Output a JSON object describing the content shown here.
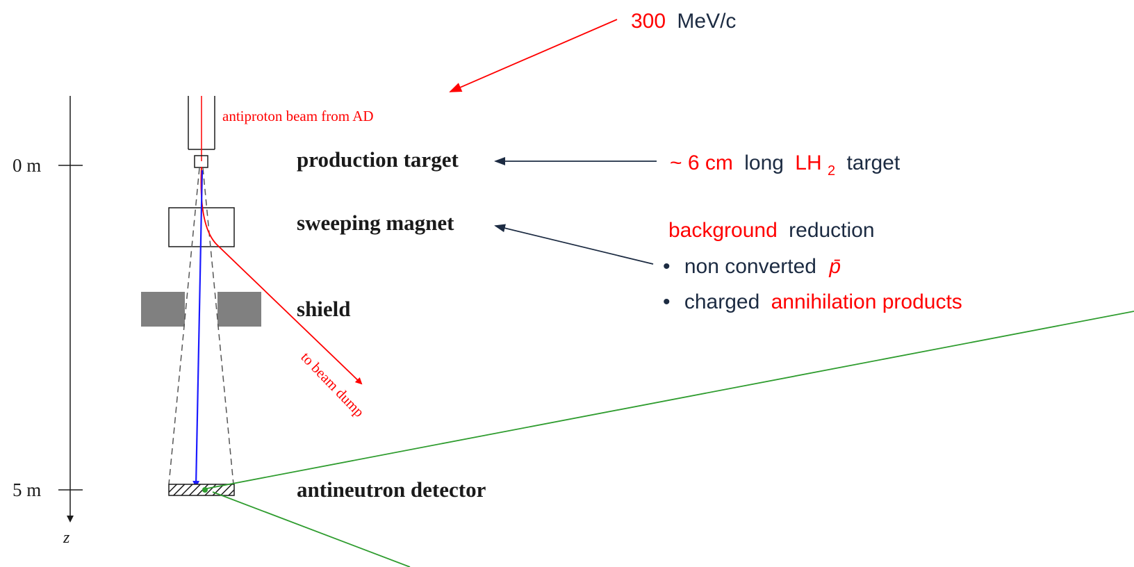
{
  "axis": {
    "label_0": "0 m",
    "label_5": "5 m",
    "z_label": "z"
  },
  "diagram_labels": {
    "beam_source": "antiproton beam from AD",
    "production_target": "production target",
    "sweeping_magnet": "sweeping magnet",
    "shield": "shield",
    "beam_dump": "to beam dump",
    "detector": "antineutron detector"
  },
  "annotations": {
    "momentum_value": "300",
    "momentum_unit": "MeV/c",
    "target_prefix": "~ 6 cm",
    "target_mid": "long",
    "target_lh": "LH",
    "target_sub": "2",
    "target_suffix": "target",
    "bg_red": "background",
    "bg_rest": "reduction",
    "bullet1_text": "non converted",
    "bullet1_symbol": "p̄",
    "bullet2_text": "charged",
    "bullet2_red": "annihilation products",
    "bullet_char": "•"
  },
  "colors": {
    "red": "#ff0000",
    "navy": "#1c2b42",
    "blue": "#1a1aff",
    "green": "#2e9c2e",
    "shield_gray": "#808080"
  }
}
